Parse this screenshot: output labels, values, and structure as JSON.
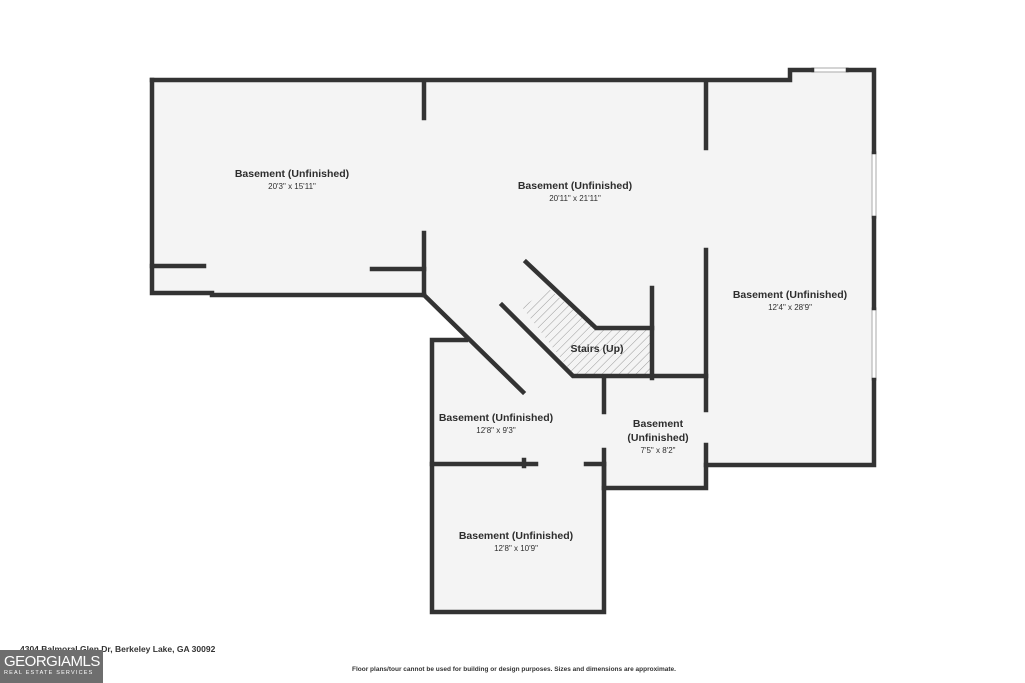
{
  "rooms": [
    {
      "name": "Basement (Unfinished)",
      "dims": "20'3\" x 15'11\""
    },
    {
      "name": "Basement (Unfinished)",
      "dims": "20'11\" x 21'11\""
    },
    {
      "name": "Basement (Unfinished)",
      "dims": "12'4\" x 28'9\""
    },
    {
      "name": "Stairs (Up)"
    },
    {
      "name": "Basement (Unfinished)",
      "dims": "12'8\" x 9'3\""
    },
    {
      "name_line1": "Basement",
      "name_line2": "(Unfinished)",
      "dims": "7'5\" x 8'2\""
    },
    {
      "name": "Basement (Unfinished)",
      "dims": "12'8\" x 10'9\""
    }
  ],
  "footer": {
    "address": "4304 Balmoral Glen Dr, Berkeley Lake, GA 30092",
    "disclaimer": "Floor plans/tour cannot be used for building or design purposes. Sizes and dimensions are approximate.",
    "logo_main": "GEORGIAMLS",
    "logo_sub": "REAL ESTATE SERVICES"
  },
  "colors": {
    "wall": "#333333",
    "floor": "#f4f4f4",
    "background": "#ffffff",
    "logo_bg": "#6e6e6e"
  }
}
